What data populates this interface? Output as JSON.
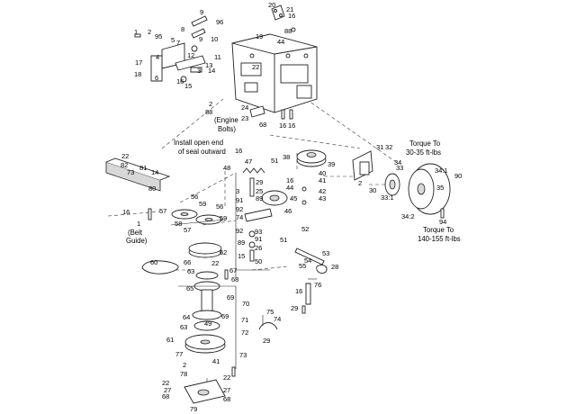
{
  "notes": {
    "seal": [
      "Install open end",
      "of seal outward"
    ],
    "engine_bolts": [
      "(Engine",
      "Bolts)"
    ],
    "belt_guide": [
      "(Belt",
      "Guide)"
    ],
    "torque_top": [
      "Torque To",
      "30-35 ft-lbs"
    ],
    "torque_bottom": [
      "Torque To",
      "140-155 ft-lbs"
    ]
  },
  "callouts": [
    "1",
    "2",
    "95",
    "9",
    "96",
    "8",
    "10",
    "9",
    "5",
    "7",
    "4",
    "12",
    "11",
    "13",
    "14",
    "17",
    "18",
    "6",
    "16",
    "15",
    "3",
    "20",
    "21",
    "16",
    "19",
    "88",
    "44",
    "22",
    "2",
    "88",
    "24",
    "23",
    "68",
    "16",
    "16",
    "22",
    "82",
    "81",
    "73",
    "14",
    "80",
    "16",
    "47",
    "51",
    "38",
    "39",
    "48",
    "3",
    "29",
    "25",
    "89",
    "91",
    "92",
    "74",
    "45",
    "46",
    "16",
    "44",
    "40",
    "41",
    "42",
    "43",
    "56",
    "59",
    "57",
    "58",
    "56",
    "59",
    "57",
    "1",
    "16",
    "52",
    "53",
    "54",
    "55",
    "28",
    "51",
    "62",
    "60",
    "66",
    "63",
    "22",
    "67",
    "68",
    "65",
    "69",
    "70",
    "92",
    "93",
    "91",
    "89",
    "26",
    "15",
    "50",
    "31",
    "32",
    "2",
    "30",
    "34",
    "33",
    "33:1",
    "90",
    "34:1",
    "35",
    "34:2",
    "94",
    "76",
    "16",
    "29",
    "75",
    "74",
    "29",
    "64",
    "49",
    "69",
    "71",
    "63",
    "72",
    "61",
    "73",
    "77",
    "41",
    "2",
    "78",
    "22",
    "22",
    "27",
    "27",
    "68",
    "68",
    "79"
  ]
}
